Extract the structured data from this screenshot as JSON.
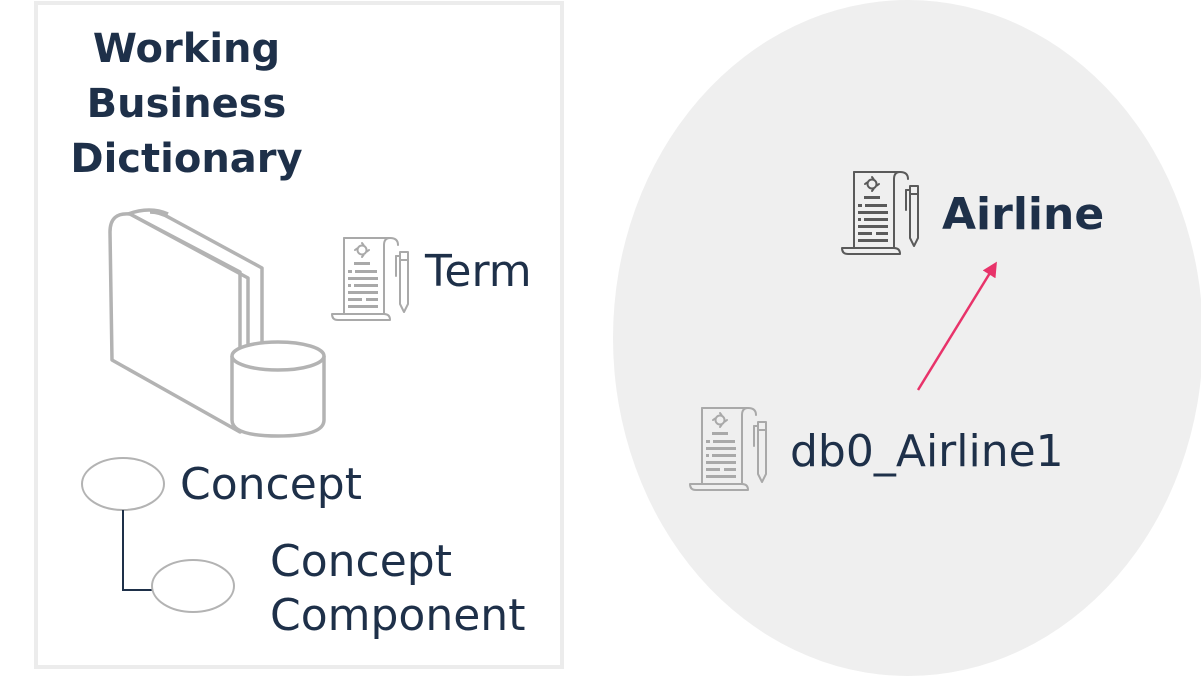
{
  "legend": {
    "title_lines": [
      "Working",
      "Business",
      "Dictionary"
    ],
    "term_label": "Term",
    "concept_label": "Concept",
    "concept_component_lines": [
      "Concept",
      "Component"
    ]
  },
  "diagram": {
    "target_term": "Airline",
    "source_term": "db0_Airline1"
  },
  "colors": {
    "text": "#1e3049",
    "arrow": "#e8336a",
    "bubble": "#efefef",
    "icon_stroke": "#a9a9a9",
    "panel_border": "#ececec"
  }
}
